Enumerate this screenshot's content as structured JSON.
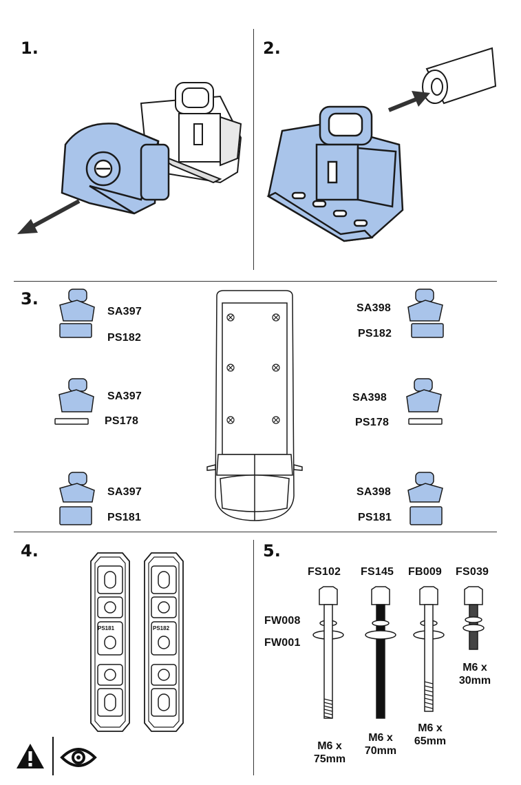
{
  "colors": {
    "part_fill": "#a9c4ea",
    "line": "#1a1a1a",
    "arrow": "#333333",
    "plate": "#ffffff"
  },
  "steps": {
    "s1": "1.",
    "s2": "2.",
    "s3": "3.",
    "s4": "4.",
    "s5": "5."
  },
  "step3": {
    "left": [
      {
        "sa": "SA397",
        "ps": "PS182"
      },
      {
        "sa": "SA397",
        "ps": "PS178"
      },
      {
        "sa": "SA397",
        "ps": "PS181"
      }
    ],
    "right": [
      {
        "sa": "SA398",
        "ps": "PS182"
      },
      {
        "sa": "SA398",
        "ps": "PS178"
      },
      {
        "sa": "SA398",
        "ps": "PS181"
      }
    ]
  },
  "step4": {
    "pad_left": "PS181",
    "pad_right": "PS182"
  },
  "step5": {
    "bolt_codes": [
      "FS102",
      "FS145",
      "FB009",
      "FS039"
    ],
    "washer_codes": [
      "FW008",
      "FW001"
    ],
    "dims": [
      [
        "M6 x",
        "75mm"
      ],
      [
        "M6 x",
        "70mm"
      ],
      [
        "M6 x",
        "65mm"
      ],
      [
        "M6 x",
        "30mm"
      ]
    ]
  },
  "icons": {
    "warning": "warning-triangle-icon",
    "inspect": "eye-icon"
  }
}
